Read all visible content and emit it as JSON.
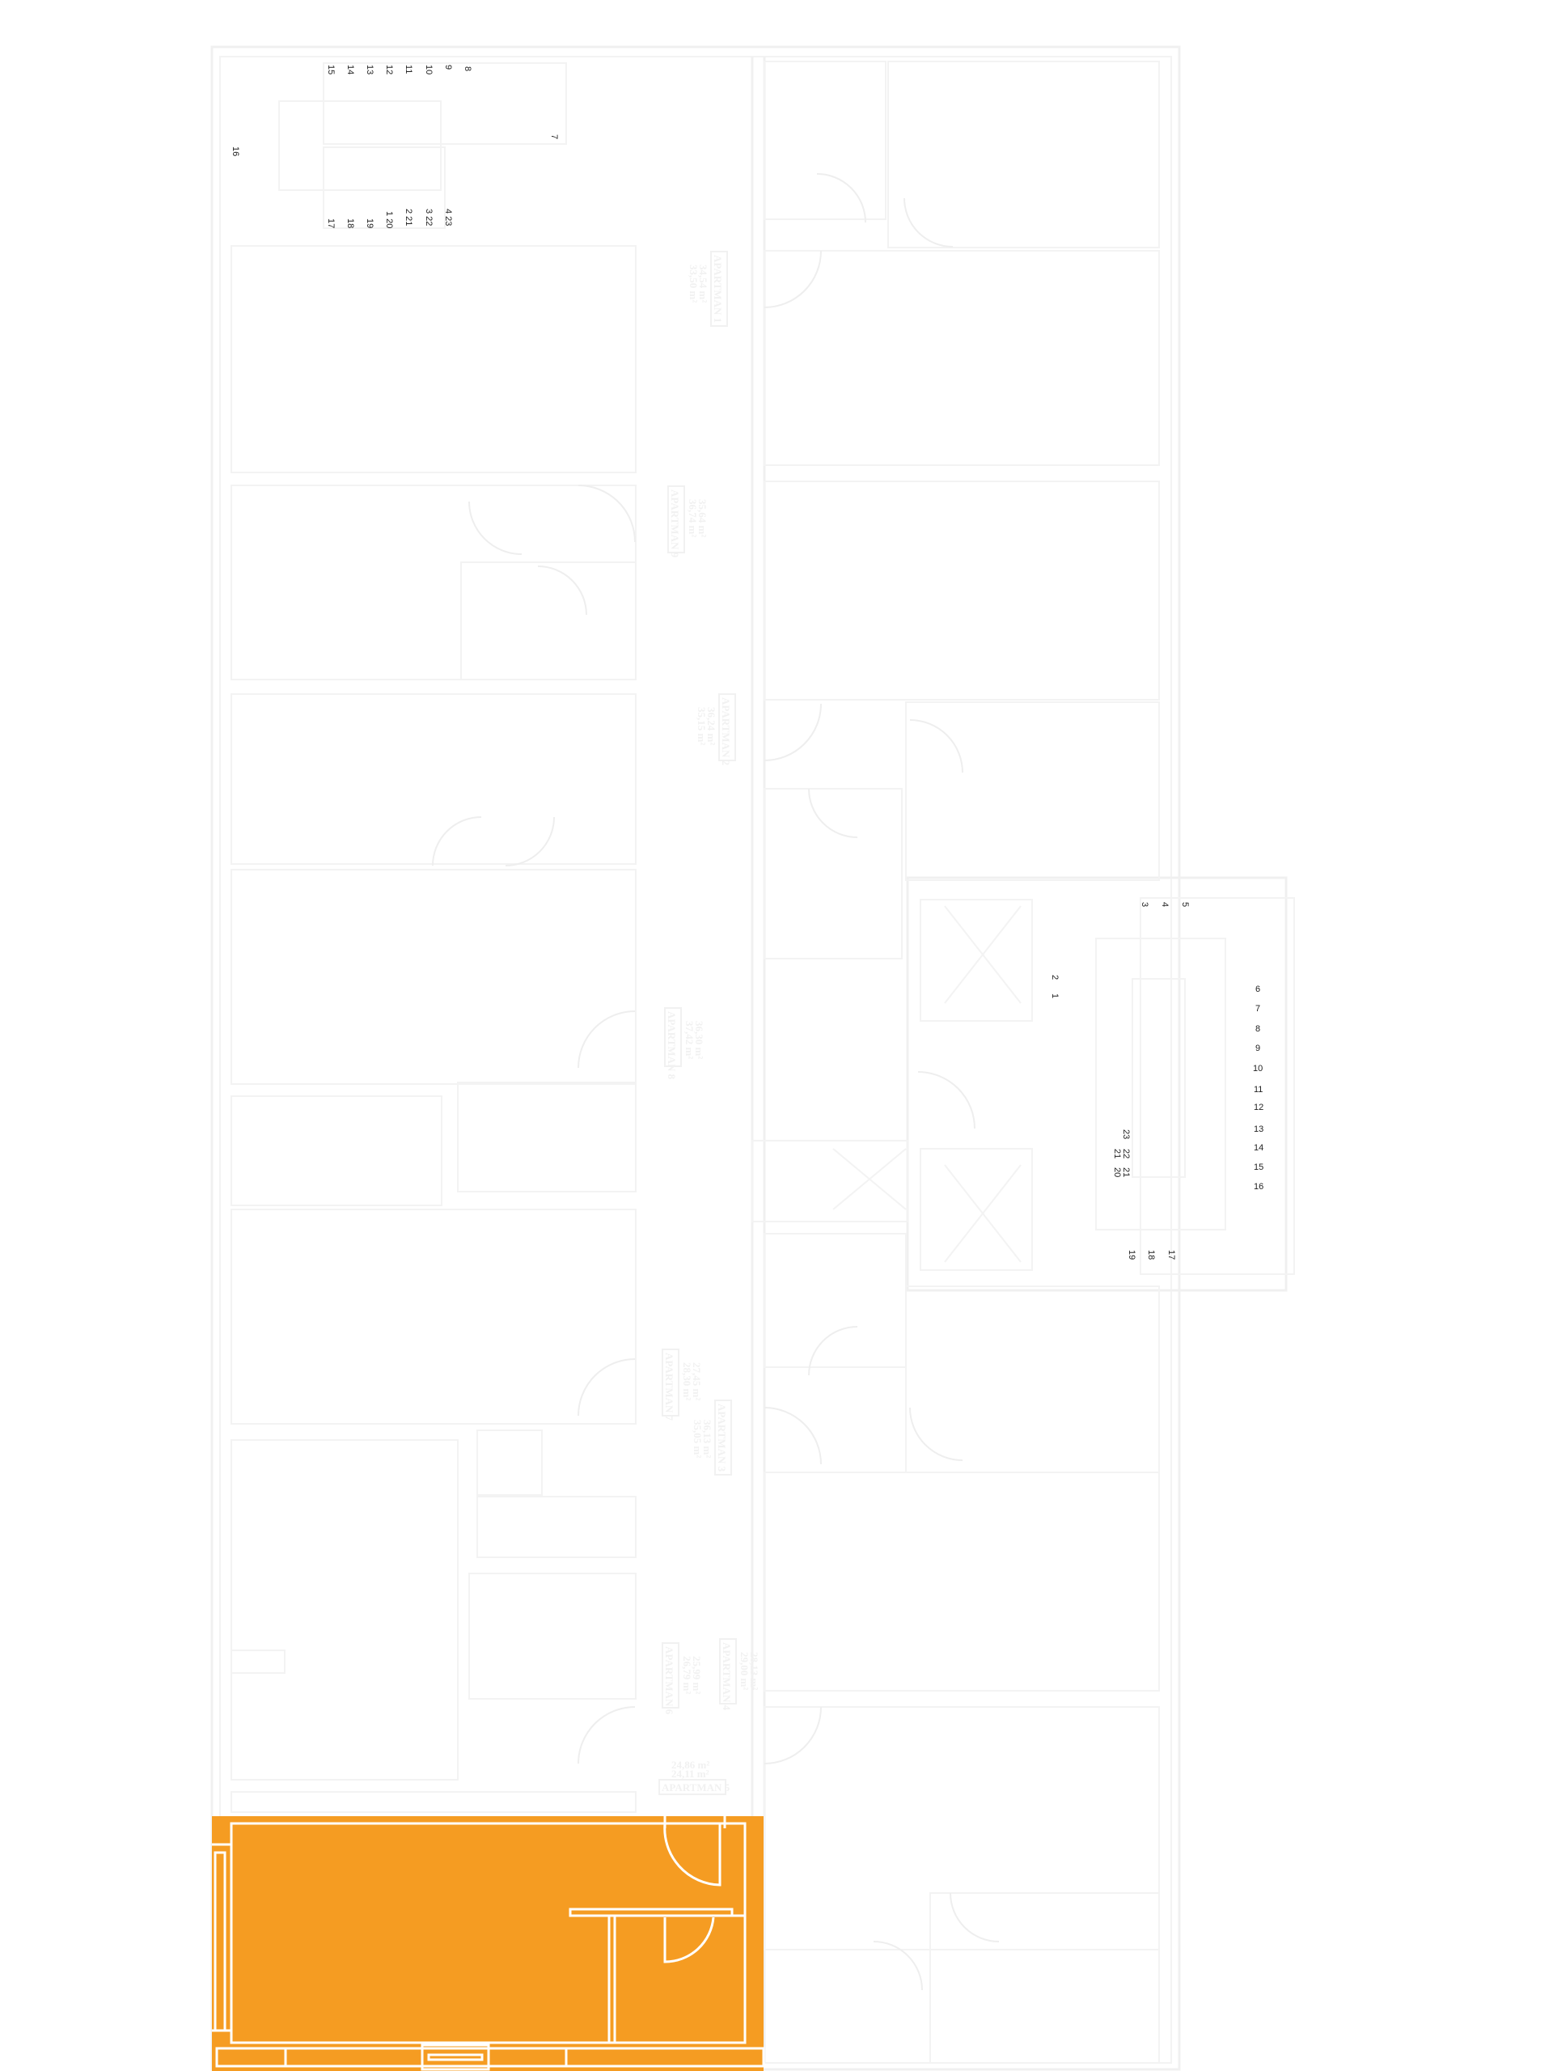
{
  "plan": {
    "highlight_color": "#f59c22",
    "line_color": "#f0f0f0",
    "highlighted_unit": "unit-bottom-left"
  },
  "stair_north": {
    "top_row": [
      "15",
      "14",
      "13",
      "12",
      "11",
      "10",
      "9",
      "8"
    ],
    "landing_right": "7",
    "landing_left": "16",
    "bottom_row": [
      "17",
      "18",
      "19",
      "1 20",
      "2 21",
      "3 22",
      "4 23"
    ]
  },
  "stair_east": {
    "top": [
      "3",
      "4",
      "5"
    ],
    "left": [
      "2",
      "1"
    ],
    "right": [
      "6",
      "7",
      "8",
      "9",
      "10",
      "11",
      "12",
      "13",
      "14",
      "15",
      "16"
    ],
    "inner": [
      "23",
      "22",
      "21",
      "21",
      "20"
    ],
    "bottom": [
      "19",
      "18",
      "17"
    ]
  },
  "apartments": [
    {
      "name": "APARTMAN 1",
      "area_gross": "34,54 m²",
      "area_net": "33,50 m²"
    },
    {
      "name": "APARTMAN 2",
      "area_gross": "36,24 m²",
      "area_net": "35,15 m²"
    },
    {
      "name": "APARTMAN 9",
      "area_gross": "36,74 m²",
      "area_net": "35,64 m²"
    },
    {
      "name": "APARTMAN 8",
      "area_gross": "37,42 m²",
      "area_net": "36,30 m²"
    },
    {
      "name": "APARTMAN 7",
      "area_gross": "28,30 m²",
      "area_net": "27,45 m²"
    },
    {
      "name": "APARTMAN 3",
      "area_gross": "36,13 m²",
      "area_net": "35,05 m²"
    },
    {
      "name": "APARTMAN 6",
      "area_gross": "26,79 m²",
      "area_net": "25,99 m²"
    },
    {
      "name": "APARTMAN 4",
      "area_gross": "29,00 m²",
      "area_net": "28,13 m²"
    },
    {
      "name": "APARTMAN 5",
      "area_gross": "24,86 m²",
      "area_net": "24,11 m²"
    }
  ]
}
